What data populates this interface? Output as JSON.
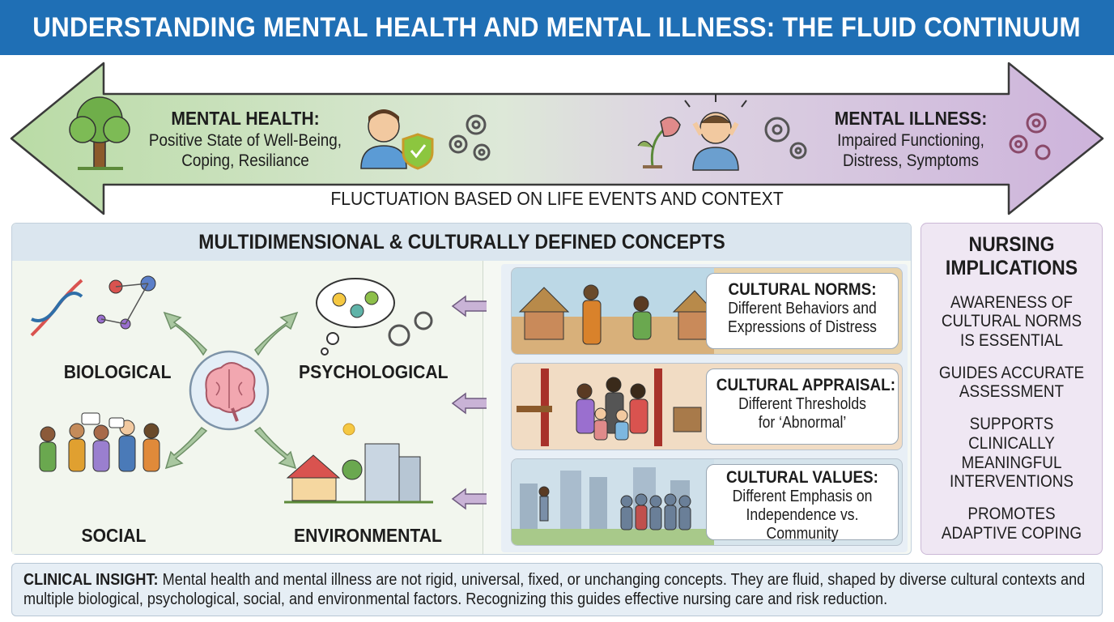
{
  "title": "UNDERSTANDING MENTAL HEALTH AND MENTAL ILLNESS: THE FLUID CONTINUUM",
  "continuum": {
    "left": {
      "title": "MENTAL HEALTH:",
      "lines": [
        "Positive State of Well-Being,",
        "Coping, Resiliance"
      ]
    },
    "right": {
      "title": "MENTAL ILLNESS:",
      "lines": [
        "Impaired Functioning,",
        "Distress, Symptoms"
      ]
    },
    "caption": "FLUCTUATION BASED ON LIFE EVENTS AND CONTEXT",
    "colors": {
      "health": "#b9dba5",
      "illness": "#cdb3db",
      "arrow_border": "#3a3a3a"
    }
  },
  "concepts": {
    "title": "MULTIDIMENSIONAL & CULTURALLY DEFINED CONCEPTS",
    "dimensions": [
      "BIOLOGICAL",
      "PSYCHOLOGICAL",
      "SOCIAL",
      "ENVIRONMENTAL"
    ],
    "cultural": [
      {
        "title": "CULTURAL NORMS:",
        "lines": [
          "Different Behaviors and",
          "Expressions of Distress"
        ]
      },
      {
        "title": "CULTURAL APPRAISAL:",
        "lines": [
          "Different Thresholds",
          "for ‘Abnormal’"
        ]
      },
      {
        "title": "CULTURAL VALUES:",
        "lines": [
          "Different Emphasis on",
          "Independence vs.",
          "Community"
        ]
      }
    ]
  },
  "nursing": {
    "title": [
      "NURSING",
      "IMPLICATIONS"
    ],
    "items": [
      [
        "AWARENESS OF",
        "CULTURAL NORMS",
        "IS ESSENTIAL"
      ],
      [
        "GUIDES ACCURATE",
        "ASSESSMENT"
      ],
      [
        "SUPPORTS CLINICALLY",
        "MEANINGFUL",
        "INTERVENTIONS"
      ],
      [
        "PROMOTES",
        "ADAPTIVE COPING"
      ]
    ]
  },
  "insight": {
    "label": "CLINICAL INSIGHT:",
    "text": " Mental health and mental illness are not rigid, universal, fixed, or unchanging concepts. They are fluid, shaped by diverse cultural contexts and multiple biological, psychological, social, and environmental factors. Recognizing this guides effective nursing care and risk reduction."
  }
}
